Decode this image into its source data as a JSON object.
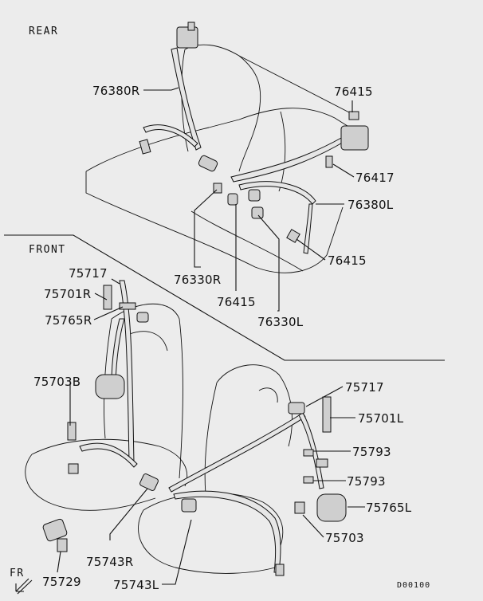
{
  "sections": {
    "rear": "REAR",
    "front": "FRONT",
    "fr_arrow": "FR"
  },
  "diagram_code": "D00100",
  "parts": [
    {
      "id": "p1",
      "label": "76380R"
    },
    {
      "id": "p2",
      "label": "76415"
    },
    {
      "id": "p3",
      "label": "76417"
    },
    {
      "id": "p4",
      "label": "76380L"
    },
    {
      "id": "p5",
      "label": "76415"
    },
    {
      "id": "p6",
      "label": "76330R"
    },
    {
      "id": "p7",
      "label": "76415"
    },
    {
      "id": "p8",
      "label": "76330L"
    },
    {
      "id": "p9",
      "label": "75717"
    },
    {
      "id": "p10",
      "label": "75701R"
    },
    {
      "id": "p11",
      "label": "75765R"
    },
    {
      "id": "p12",
      "label": "75703B"
    },
    {
      "id": "p13",
      "label": "75717"
    },
    {
      "id": "p14",
      "label": "75701L"
    },
    {
      "id": "p15",
      "label": "75793"
    },
    {
      "id": "p16",
      "label": "75793"
    },
    {
      "id": "p17",
      "label": "75765L"
    },
    {
      "id": "p18",
      "label": "75703"
    },
    {
      "id": "p19",
      "label": "75743R"
    },
    {
      "id": "p20",
      "label": "75743L"
    },
    {
      "id": "p21",
      "label": "75729"
    }
  ]
}
